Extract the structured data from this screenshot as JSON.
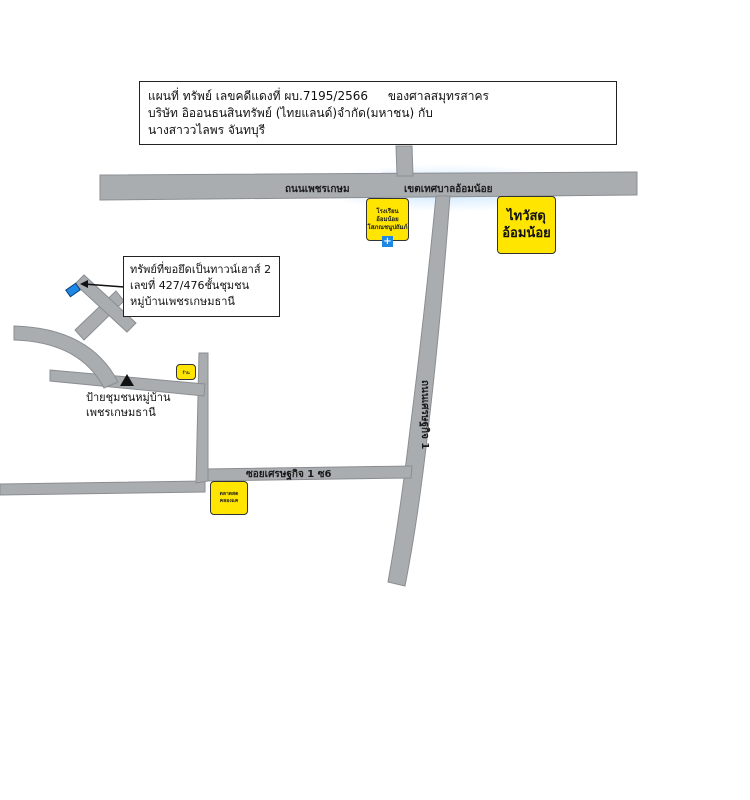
{
  "title": {
    "line1_left": "แผนที่ ทรัพย์ เลขคดีแดงที่ ผบ.7195/2566",
    "line1_right": "ของศาลสมุทรสาคร",
    "line2": "บริษัท อิออนธนสินทรัพย์ (ไทยแลนด์)จำกัด(มหาชน)  กับ",
    "line3": "นางสาววไลพร จันทบุรี"
  },
  "property": {
    "line1": "ทรัพย์ที่ขอยึดเป็นทาวน์เฮาส์ 2",
    "line2": "เลขที่ 427/476ชั้นชุมชน",
    "line3": "หมู่บ้านเพชรเกษมธานี"
  },
  "roads": {
    "main_road": "ถนนเพชรเกษม",
    "municipality": "เขตเทศบาลอ้อมน้อย",
    "setthakit_road": "ถนนเศรษฐกิจ 1",
    "soi": "ซอยเศรษฐกิจ 1 ซ6"
  },
  "landmarks": {
    "school_line1": "โรงเรียน",
    "school_line2": "อ้อมน้อย",
    "school_line3": "โสภณชนูปถัมภ์",
    "temple_line1": "ไทวัสดุ",
    "temple_line2": "อ้อมน้อย",
    "small_sign": "ร้าน",
    "market_line1": "ตลาดสด",
    "market_line2": "คลองแค",
    "village_sign_line1": "ป้ายชุมชนหมู่บ้าน",
    "village_sign_line2": "เพชรเกษมธานี"
  },
  "colors": {
    "road": "#a9adb0",
    "road_edge": "#8a8e92",
    "landmark": "#ffe500",
    "property_marker": "#1e88e5",
    "glow": "#bfe0ff"
  },
  "icons": {
    "hospital": "plus-icon",
    "village_sign": "triangle-icon",
    "property_marker": "house-marker-icon"
  }
}
